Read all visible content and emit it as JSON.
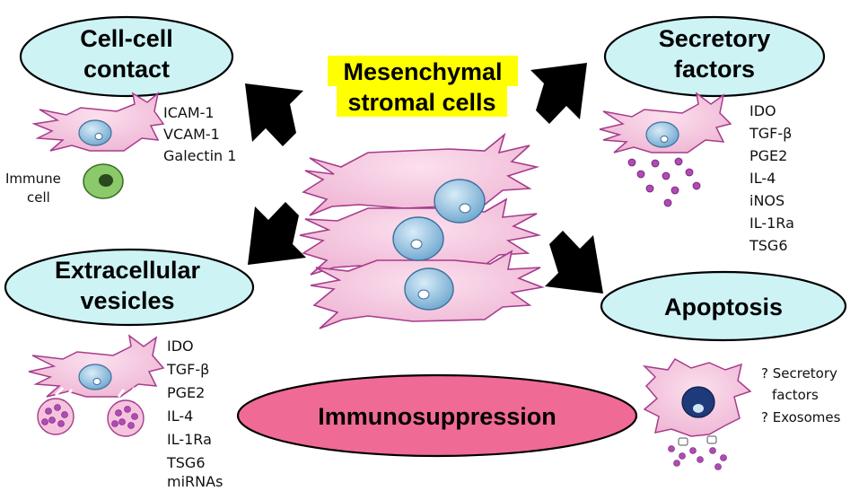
{
  "center": {
    "line1": "Mesenchymal",
    "line2": "stromal cells"
  },
  "mechanisms": {
    "cell_contact": {
      "title1": "Cell-cell",
      "title2": "contact",
      "molecules": [
        "ICAM-1",
        "VCAM-1",
        "Galectin 1"
      ],
      "immune_label1": "Immune",
      "immune_label2": "cell"
    },
    "secretory": {
      "title1": "Secretory",
      "title2": "factors",
      "molecules": [
        "IDO",
        "TGF-β",
        "PGE2",
        "IL-4",
        "iNOS",
        "IL-1Ra",
        "TSG6"
      ]
    },
    "vesicles": {
      "title1": "Extracellular",
      "title2": "vesicles",
      "molecules": [
        "IDO",
        "TGF-β",
        "PGE2",
        "IL-4",
        "IL-1Ra",
        "TSG6",
        "miRNAs"
      ]
    },
    "apoptosis": {
      "title": "Apoptosis",
      "notes": [
        "? Secretory",
        "factors",
        "? Exosomes"
      ]
    }
  },
  "outcome": "Immunosuppression",
  "colors": {
    "ellipse_fill": "#cdf3f5",
    "outcome_fill": "#f06a96",
    "highlight": "#ffff00",
    "cell_body": "#f5c3dd",
    "cell_stroke": "#a63c8c",
    "nucleus": "#7fb4d8",
    "apoptotic_nucleus": "#1f3a7a",
    "immune_cell": "#8bc96a",
    "vesicle_dot": "#b04ab5"
  }
}
